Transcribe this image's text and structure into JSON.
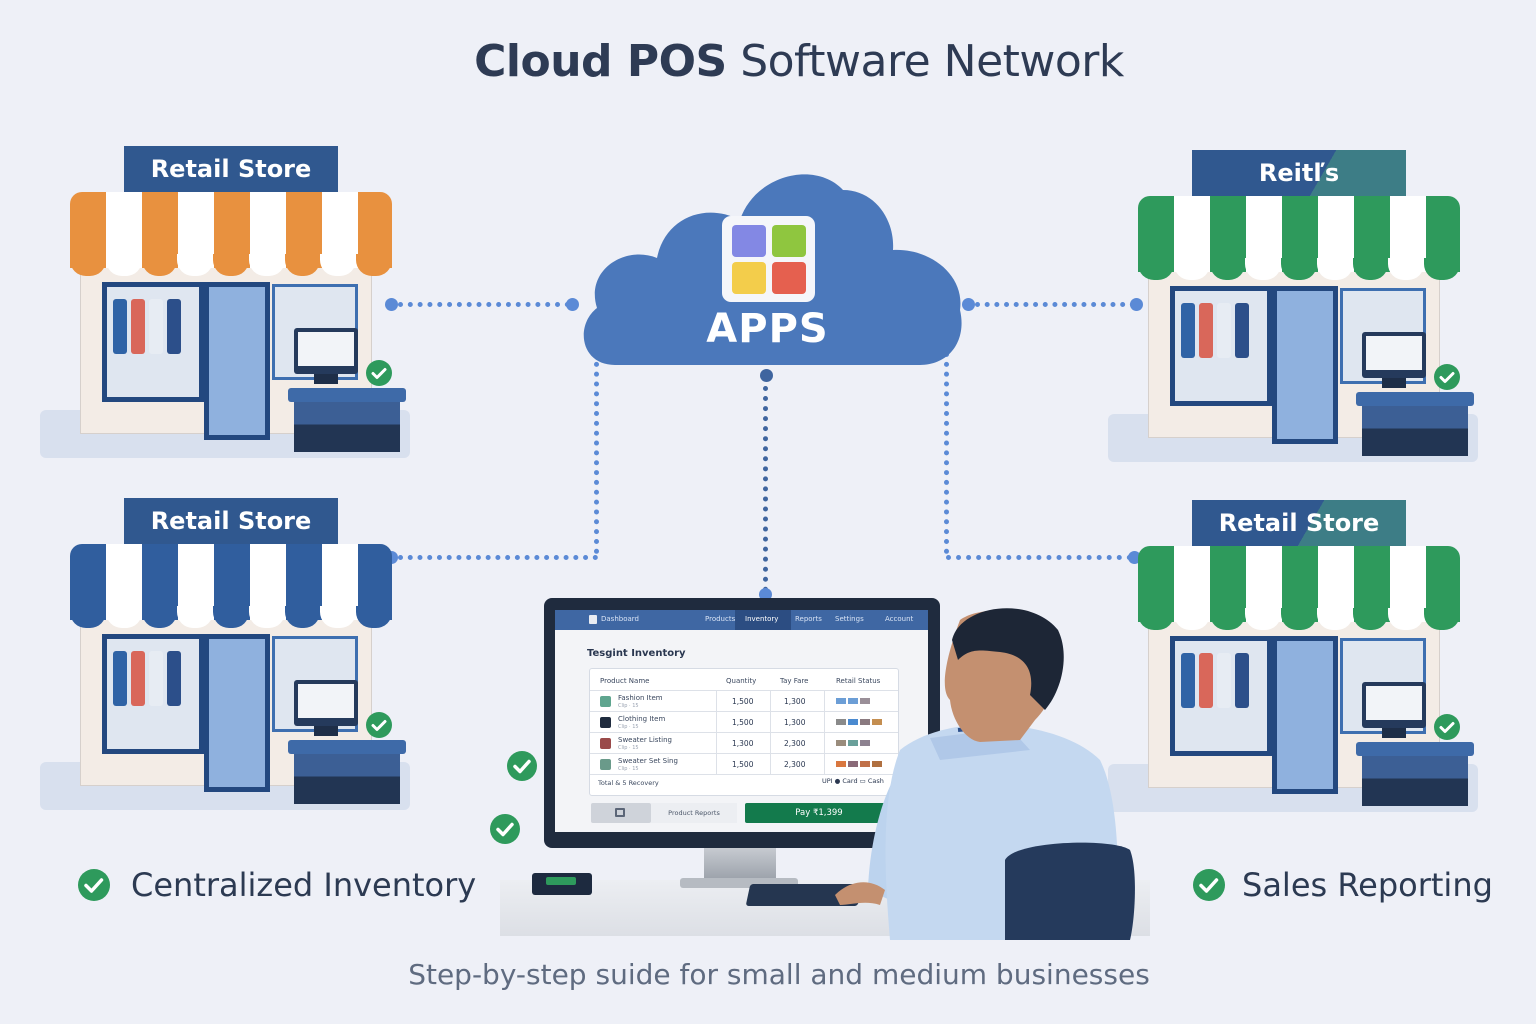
{
  "header": {
    "title_bold": "Cloud POS",
    "title_regular": "Software Network",
    "subtitle": "Step-by-step suide for small and medium businesses"
  },
  "cloud": {
    "label": "APPS",
    "icon": "apps-grid-icon",
    "tile_colors": [
      "#8388e4",
      "#8fc63f",
      "#f3cd4b",
      "#e5604f"
    ],
    "fill_color": "#4b78bb"
  },
  "stores": [
    {
      "position": "top-left",
      "sign": "Retail Store",
      "awning_color": "#e8913f",
      "status": "check-circle-icon"
    },
    {
      "position": "top-right",
      "sign": "Reitľs",
      "awning_color": "#2e9a5c",
      "status": "check-circle-icon"
    },
    {
      "position": "bottom-left",
      "sign": "Retail Store",
      "awning_color": "#305e9e",
      "status": "check-circle-icon"
    },
    {
      "position": "bottom-right",
      "sign": "Retail Store",
      "awning_color": "#2e9a5c",
      "status": "check-circle-icon"
    }
  ],
  "pos_screen": {
    "nav": {
      "brand": "Dashboard",
      "items": [
        "Products",
        "Inventory",
        "Reports",
        "Settings"
      ],
      "active_index": 1,
      "user": "Account"
    },
    "page_title": "Tesgint Inventory",
    "table": {
      "columns": [
        "Product Name",
        "Quantity",
        "Tay Fare",
        "Retail Status"
      ],
      "rows": [
        {
          "name": "Fashion Item",
          "sub": "Clip · 15",
          "qty": "1,500",
          "price": "1,300",
          "thumb": "#5fa58f",
          "swatches": [
            "#6c9ed6",
            "#6c9ed6",
            "#9a8f98"
          ]
        },
        {
          "name": "Clothing Item",
          "sub": "Clip · 15",
          "qty": "1,500",
          "price": "1,300",
          "thumb": "#1f2b3e",
          "swatches": [
            "#8a8a8a",
            "#4a8ad0",
            "#8a7a80",
            "#c48e50"
          ]
        },
        {
          "name": "Sweater Listing",
          "sub": "Clip · 15",
          "qty": "1,300",
          "price": "2,300",
          "thumb": "#9a4a4a",
          "swatches": [
            "#9a8c7c",
            "#6aa09a",
            "#8d8290"
          ]
        },
        {
          "name": "Sweater Set Sing",
          "sub": "Clip · 15",
          "qty": "1,500",
          "price": "2,300",
          "thumb": "#6a9a8a",
          "swatches": [
            "#d9773f",
            "#8a6a78",
            "#c07048",
            "#b07040"
          ]
        }
      ],
      "footer": "Total & 5 Recovery",
      "payment_methods": "UPI ● Card ▭ Cash"
    },
    "buttons": {
      "scanner": "barcode-icon",
      "secondary": "Product Reports",
      "pay": "Pay ₹1,399"
    }
  },
  "features": [
    {
      "label": "Centralized Inventory",
      "icon": "check-circle-icon"
    },
    {
      "label": "Sales Reporting",
      "icon": "check-circle-icon"
    }
  ],
  "colors": {
    "background": "#eef0f7",
    "accent_blue": "#4b78bb",
    "connector": "#5b8ad6",
    "success_green": "#2e9a5c",
    "pay_green": "#137a4c",
    "text_dark": "#2c3a52"
  }
}
